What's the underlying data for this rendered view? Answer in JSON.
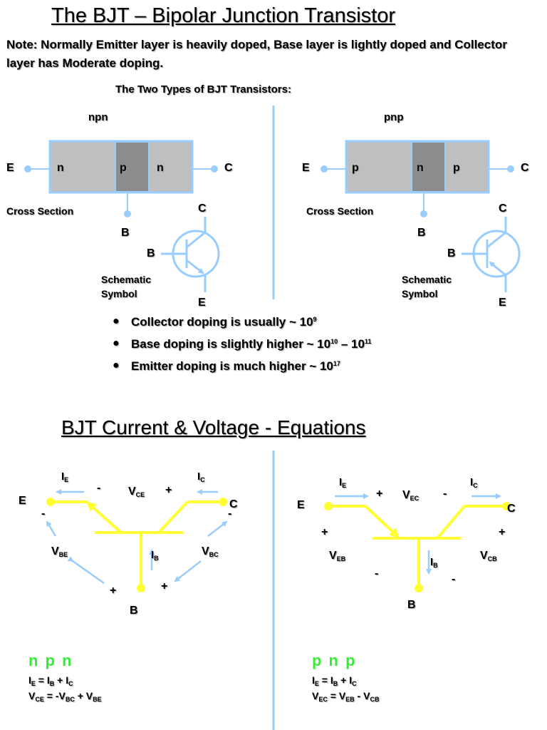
{
  "title": "The BJT – Bipolar Junction Transistor",
  "note": "Note:   Normally Emitter layer is heavily doped,  Base layer is lightly doped and Collector layer has Moderate doping.",
  "types_heading": "The Two Types of BJT Transistors:",
  "npn": {
    "label": "npn",
    "layers": [
      "n",
      "p",
      "n"
    ],
    "terminal_e": "E",
    "terminal_c": "C",
    "terminal_b": "B",
    "cross_section": "Cross Section",
    "sym_c": "C",
    "sym_b": "B",
    "sym_e": "E",
    "schematic_line1": "Schematic",
    "schematic_line2": "Symbol"
  },
  "pnp": {
    "label": "pnp",
    "layers": [
      "p",
      "n",
      "p"
    ],
    "terminal_e": "E",
    "terminal_c": "C",
    "terminal_b": "B",
    "cross_section": "Cross Section",
    "sym_c": "C",
    "sym_b": "B",
    "sym_e": "E",
    "schematic_line1": "Schematic",
    "schematic_line2": "Symbol"
  },
  "bullets": [
    {
      "text": "Collector doping is usually ~ 10",
      "sup": "9"
    },
    {
      "text": "Base doping is slightly higher ~ 10",
      "sup": "10",
      "text2": " – 10",
      "sup2": "11"
    },
    {
      "text": "Emitter doping is much higher ~ 10",
      "sup": "17"
    }
  ],
  "section2_title": "BJT Current & Voltage - Equations",
  "npn_eq": {
    "ie": "I",
    "ie_sub": "E",
    "ic": "I",
    "ic_sub": "C",
    "ib": "I",
    "ib_sub": "B",
    "vce": "V",
    "vce_sub": "CE",
    "vbe": "V",
    "vbe_sub": "BE",
    "vbc": "V",
    "vbc_sub": "BC",
    "node_e": "E",
    "node_c": "C",
    "node_b": "B",
    "minus": "-",
    "plus": "+",
    "heading": "n p n",
    "eq1": "Iᴇ = Iʙ + Iᴄ",
    "eq2": "Vᴄᴇ = -Vʙᴄ + Vʙᴇ"
  },
  "pnp_eq": {
    "ie": "I",
    "ie_sub": "E",
    "ic": "I",
    "ic_sub": "C",
    "ib": "I",
    "ib_sub": "B",
    "vec": "V",
    "vec_sub": "EC",
    "veb": "V",
    "veb_sub": "EB",
    "vcb": "V",
    "vcb_sub": "CB",
    "node_e": "E",
    "node_c": "C",
    "node_b": "B",
    "minus": "-",
    "plus": "+",
    "heading": "p n p"
  },
  "colors": {
    "accent_blue": "#99ccff",
    "layer_light": "#bfbfbf",
    "layer_dark": "#8c8c8c",
    "yellow": "#ffff33",
    "green": "#33ee33"
  }
}
